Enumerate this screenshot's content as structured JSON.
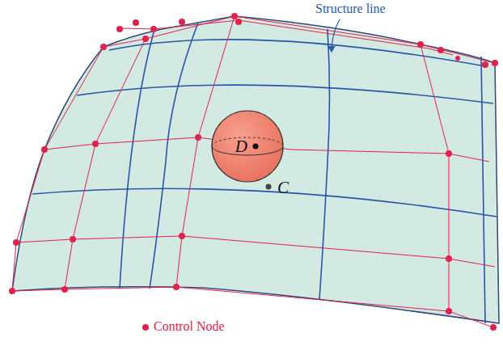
{
  "diagram": {
    "nodes": [
      {
        "text": [
          "D"
        ]
      }
    ],
    "labels": [
      "Structure line",
      "C"
    ],
    "legend": [
      {
        "text": "Control Node",
        "color": "#e0224e"
      }
    ]
  }
}
